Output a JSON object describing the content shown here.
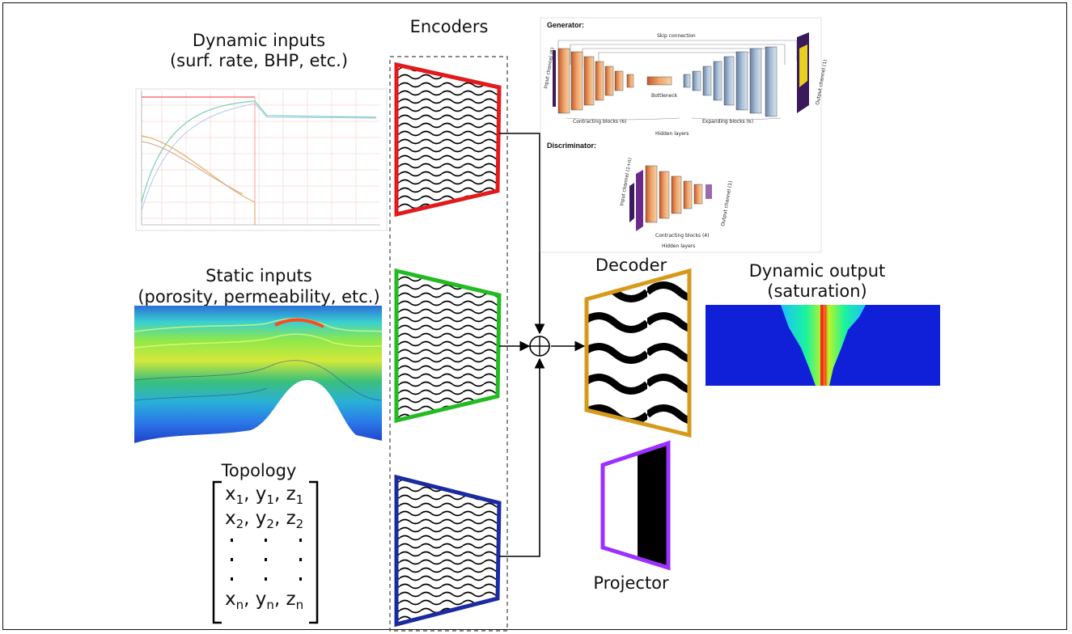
{
  "labels": {
    "dynamic_inputs_1": "Dynamic inputs",
    "dynamic_inputs_2": "(surf. rate, BHP, etc.)",
    "static_inputs_1": "Static inputs",
    "static_inputs_2": "(porosity, permeability, etc.)",
    "topology": "Topology",
    "encoders": "Encoders",
    "decoder": "Decoder",
    "dynamic_output_1": "Dynamic output",
    "dynamic_output_2": "(saturation)",
    "projector": "Projector"
  },
  "gan": {
    "generator": "Generator:",
    "skip_connection": "Skip connection",
    "bottleneck": "Bottleneck",
    "contracting_blocks_gen": "Contracting blocks (6)",
    "expanding_blocks": "Expanding blocks (6)",
    "hidden_layers_gen": "Hidden layers",
    "input_channel": "Input channel (6)",
    "output_channel": "Output channel (1)",
    "discriminator": "Discriminator:",
    "input_channel_disc": "Input channel (1+n)",
    "output_channel_disc": "Output channel (1)",
    "contracting_blocks_disc": "Contracting blocks (4)",
    "hidden_layers_disc": "Hidden layers"
  },
  "topology_matrix": {
    "row1": {
      "x": "x",
      "y": "y",
      "z": "z",
      "sub": "1"
    },
    "row2": {
      "x": "x",
      "y": "y",
      "z": "z",
      "sub": "2"
    },
    "rown": {
      "x": "x",
      "y": "y",
      "z": "z",
      "sub": "n"
    }
  },
  "colors": {
    "encoder_dynamic": "#e31a1c",
    "encoder_static": "#22bb22",
    "encoder_topology": "#1a2aa0",
    "decoder": "#d69a1a",
    "projector": "#9b30ff"
  }
}
